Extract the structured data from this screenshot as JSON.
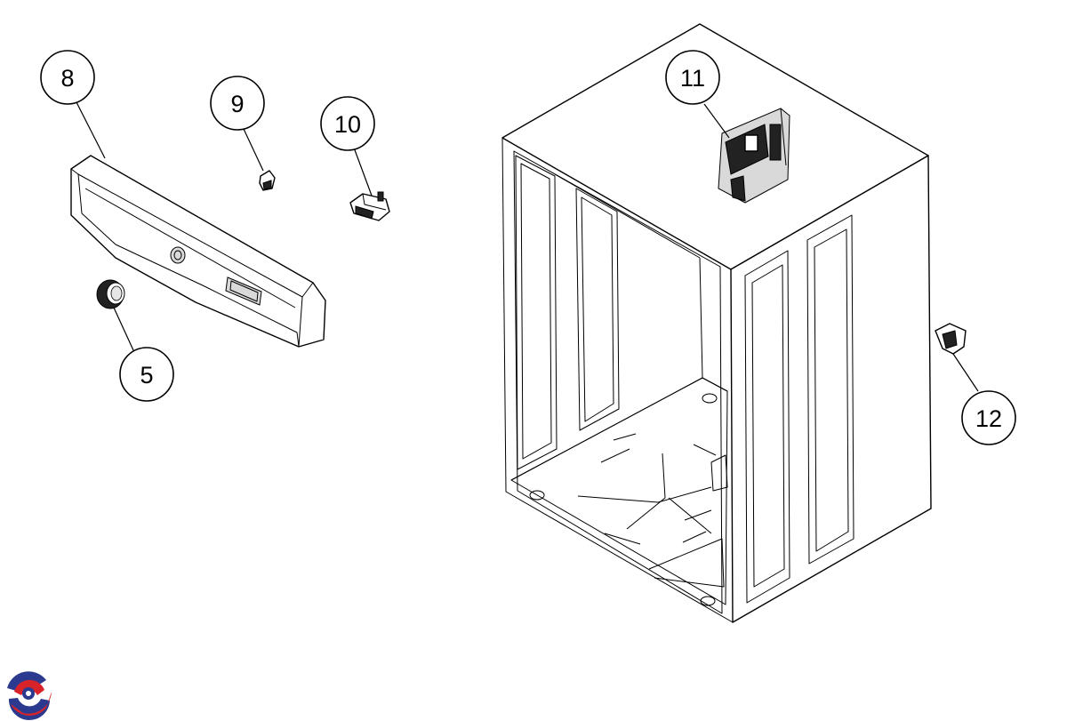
{
  "diagram": {
    "callouts": [
      {
        "id": "8",
        "label": "8"
      },
      {
        "id": "9",
        "label": "9"
      },
      {
        "id": "10",
        "label": "10"
      },
      {
        "id": "5",
        "label": "5"
      },
      {
        "id": "11",
        "label": "11"
      },
      {
        "id": "12",
        "label": "12"
      }
    ],
    "parts": [
      {
        "callout": "8",
        "name": "front-control-panel"
      },
      {
        "callout": "9",
        "name": "small-clip"
      },
      {
        "callout": "10",
        "name": "switch-bracket"
      },
      {
        "callout": "5",
        "name": "control-knob"
      },
      {
        "callout": "11",
        "name": "control-board-assembly"
      },
      {
        "callout": "12",
        "name": "side-latch"
      }
    ],
    "logo": {
      "icon": "brand-logo-icon",
      "colors": [
        "#2b3a8f",
        "#d8232a"
      ]
    }
  }
}
